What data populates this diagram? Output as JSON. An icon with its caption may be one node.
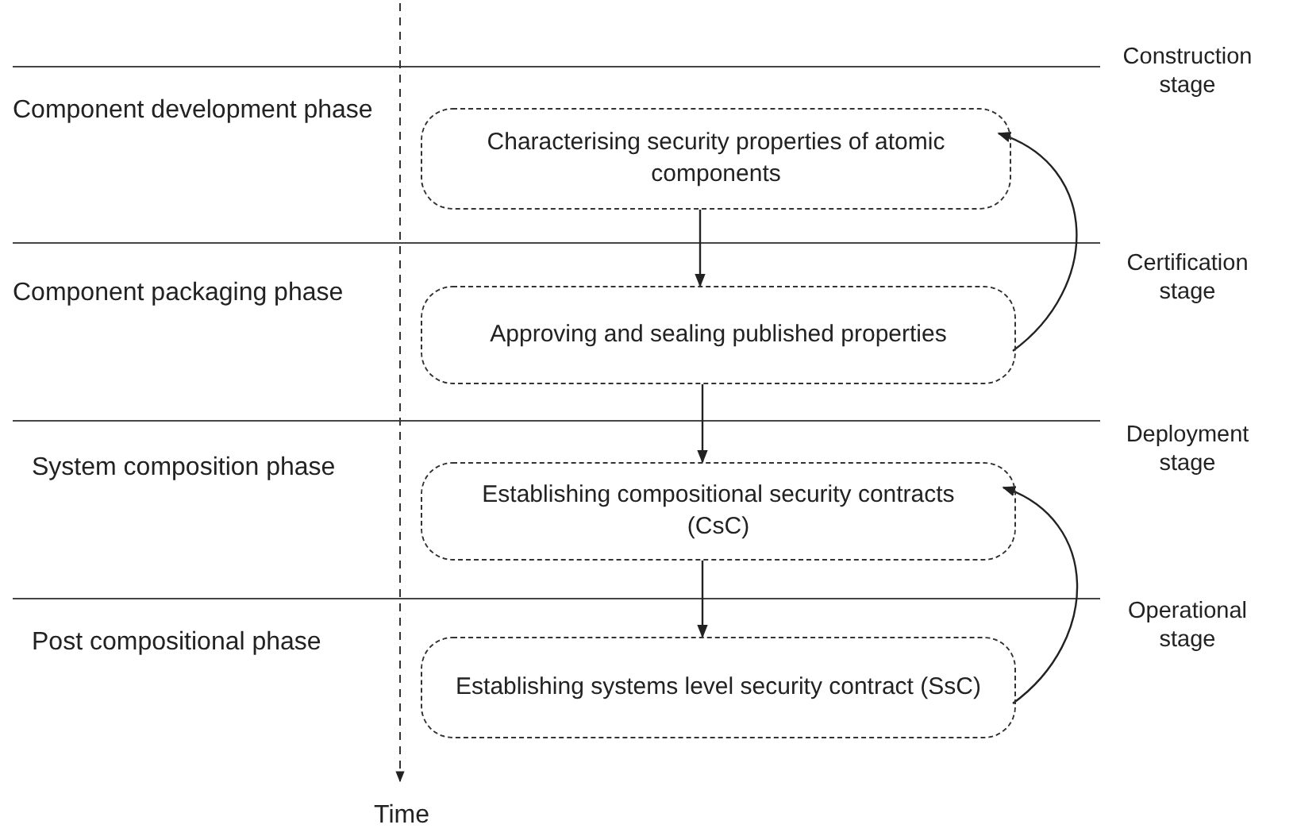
{
  "diagram": {
    "nodes": [
      {
        "text": [
          "Characterising security properties of atomic components"
        ]
      },
      {
        "text": [
          "Approving and sealing published properties"
        ]
      },
      {
        "text": [
          "Establishing compositional security contracts (CsC)"
        ]
      },
      {
        "text": [
          "Establishing systems level security contract (SsC)"
        ]
      }
    ],
    "edges": [
      {
        "from": 0,
        "to": 1,
        "arrow": "to"
      },
      {
        "from": 1,
        "to": 2,
        "arrow": "to"
      },
      {
        "from": 2,
        "to": 3,
        "arrow": "to"
      },
      {
        "from": 1,
        "to": 0,
        "arrow": "to"
      },
      {
        "from": 3,
        "to": 2,
        "arrow": "to"
      }
    ],
    "labels": [
      "Construction stage",
      "Component development phase",
      "Certification stage",
      "Component packaging phase",
      "Deployment stage",
      "System composition phase",
      "Operational stage",
      "Post compositional phase",
      "Time"
    ]
  }
}
